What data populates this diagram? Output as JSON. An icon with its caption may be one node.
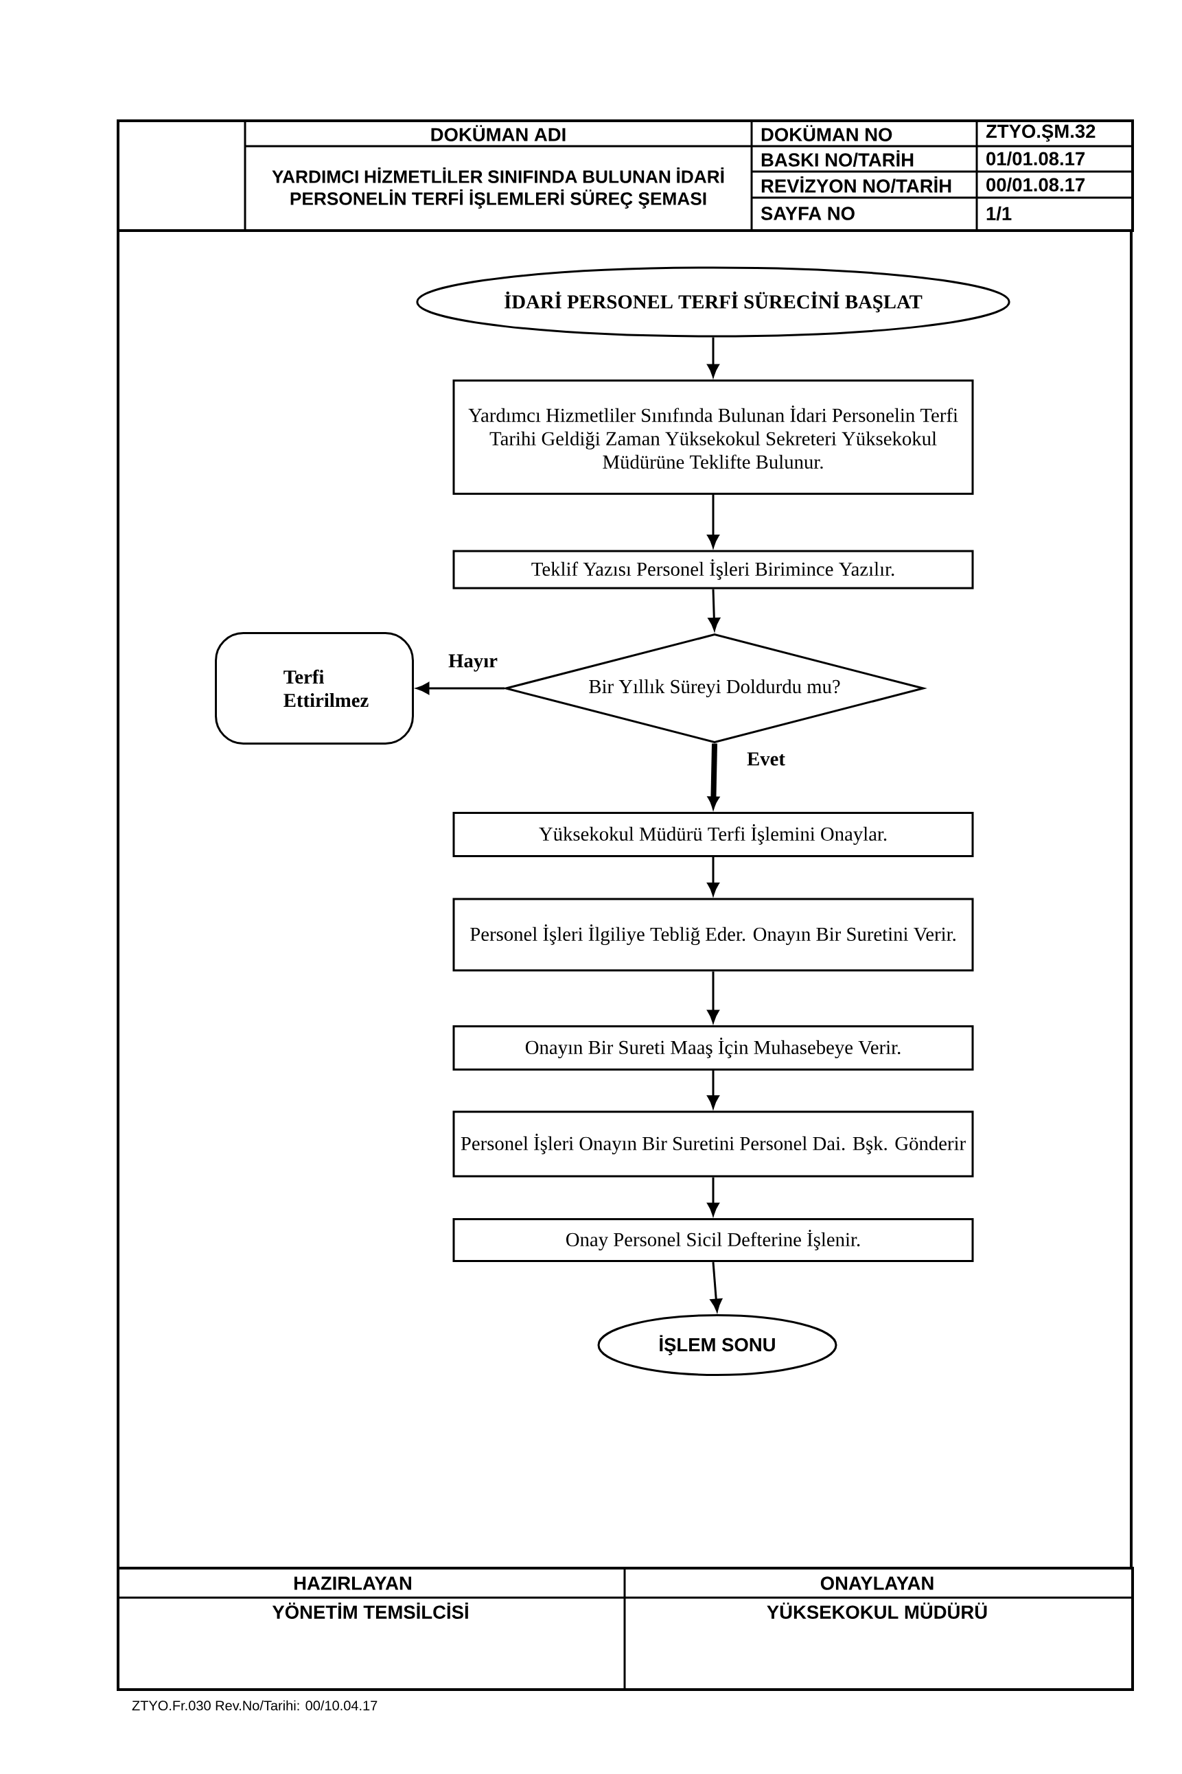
{
  "diagram": {
    "title": "YARDIMCI HİZMETLİLER SINIFINDA BULUNAN İDARİ PERSONELİN TERFİ İŞLEMLERİ SÜREÇ ŞEMASI",
    "nodes": [
      {
        "text": [
          "İDARİ PERSONEL TERFİ SÜRECİNİ BAŞLAT"
        ]
      },
      {
        "text": [
          "Yardımcı Hizmetliler Sınıfında Bulunan İdari Personelin Terfi Tarihi Geldiği Zaman Yüksekokul Sekreteri Yüksekokul Müdürüne Teklifte Bulunur."
        ]
      },
      {
        "text": [
          "Teklif Yazısı Personel İşleri Birimince Yazılır."
        ]
      },
      {
        "text": [
          "Bir Yıllık Süreyi Doldurdu mu?"
        ]
      },
      {
        "text": [
          "Terfi Ettirilmez"
        ]
      },
      {
        "text": [
          "Yüksekokul Müdürü Terfi İşlemini Onaylar."
        ]
      },
      {
        "text": [
          "Personel İşleri İlgiliye Tebliğ Eder. Onayın Bir Suretini Verir."
        ]
      },
      {
        "text": [
          "Onayın Bir Sureti Maaş İçin Muhasebeye Verir."
        ]
      },
      {
        "text": [
          "Personel İşleri Onayın Bir Suretini Personel Dai. Bşk. Gönderir"
        ]
      },
      {
        "text": [
          "Onay Personel Sicil Defterine İşlenir."
        ]
      },
      {
        "text": [
          "İŞLEM SONU"
        ]
      }
    ],
    "edges": [
      {
        "from": 0,
        "to": 1,
        "arrow": "to"
      },
      {
        "from": 1,
        "to": 2,
        "arrow": "to"
      },
      {
        "from": 2,
        "to": 3,
        "arrow": "to"
      },
      {
        "from": 3,
        "to": 4,
        "arrow": "to",
        "label": "Hayır"
      },
      {
        "from": 3,
        "to": 5,
        "arrow": "to",
        "label": "Evet",
        "style": "thick"
      },
      {
        "from": 5,
        "to": 6,
        "arrow": "to"
      },
      {
        "from": 6,
        "to": 7,
        "arrow": "to"
      },
      {
        "from": 7,
        "to": 8,
        "arrow": "to"
      },
      {
        "from": 8,
        "to": 9,
        "arrow": "to"
      },
      {
        "from": 9,
        "to": 10,
        "arrow": "to"
      }
    ],
    "labels": [
      "DOKÜMAN ADI",
      "DOKÜMAN NO",
      "ZTYO.ŞM.32",
      "BASKI NO/TARİH",
      "01/01.08.17",
      "REVİZYON NO/TARİH",
      "00/01.08.17",
      "SAYFA NO",
      "1/1",
      "HAZIRLAYAN",
      "ONAYLAYAN",
      "YÖNETİM TEMSİLCİSİ",
      "YÜKSEKOKUL MÜDÜRÜ",
      "ZTYO.Fr.030 Rev.No/Tarihi: 00/10.04.17"
    ]
  }
}
